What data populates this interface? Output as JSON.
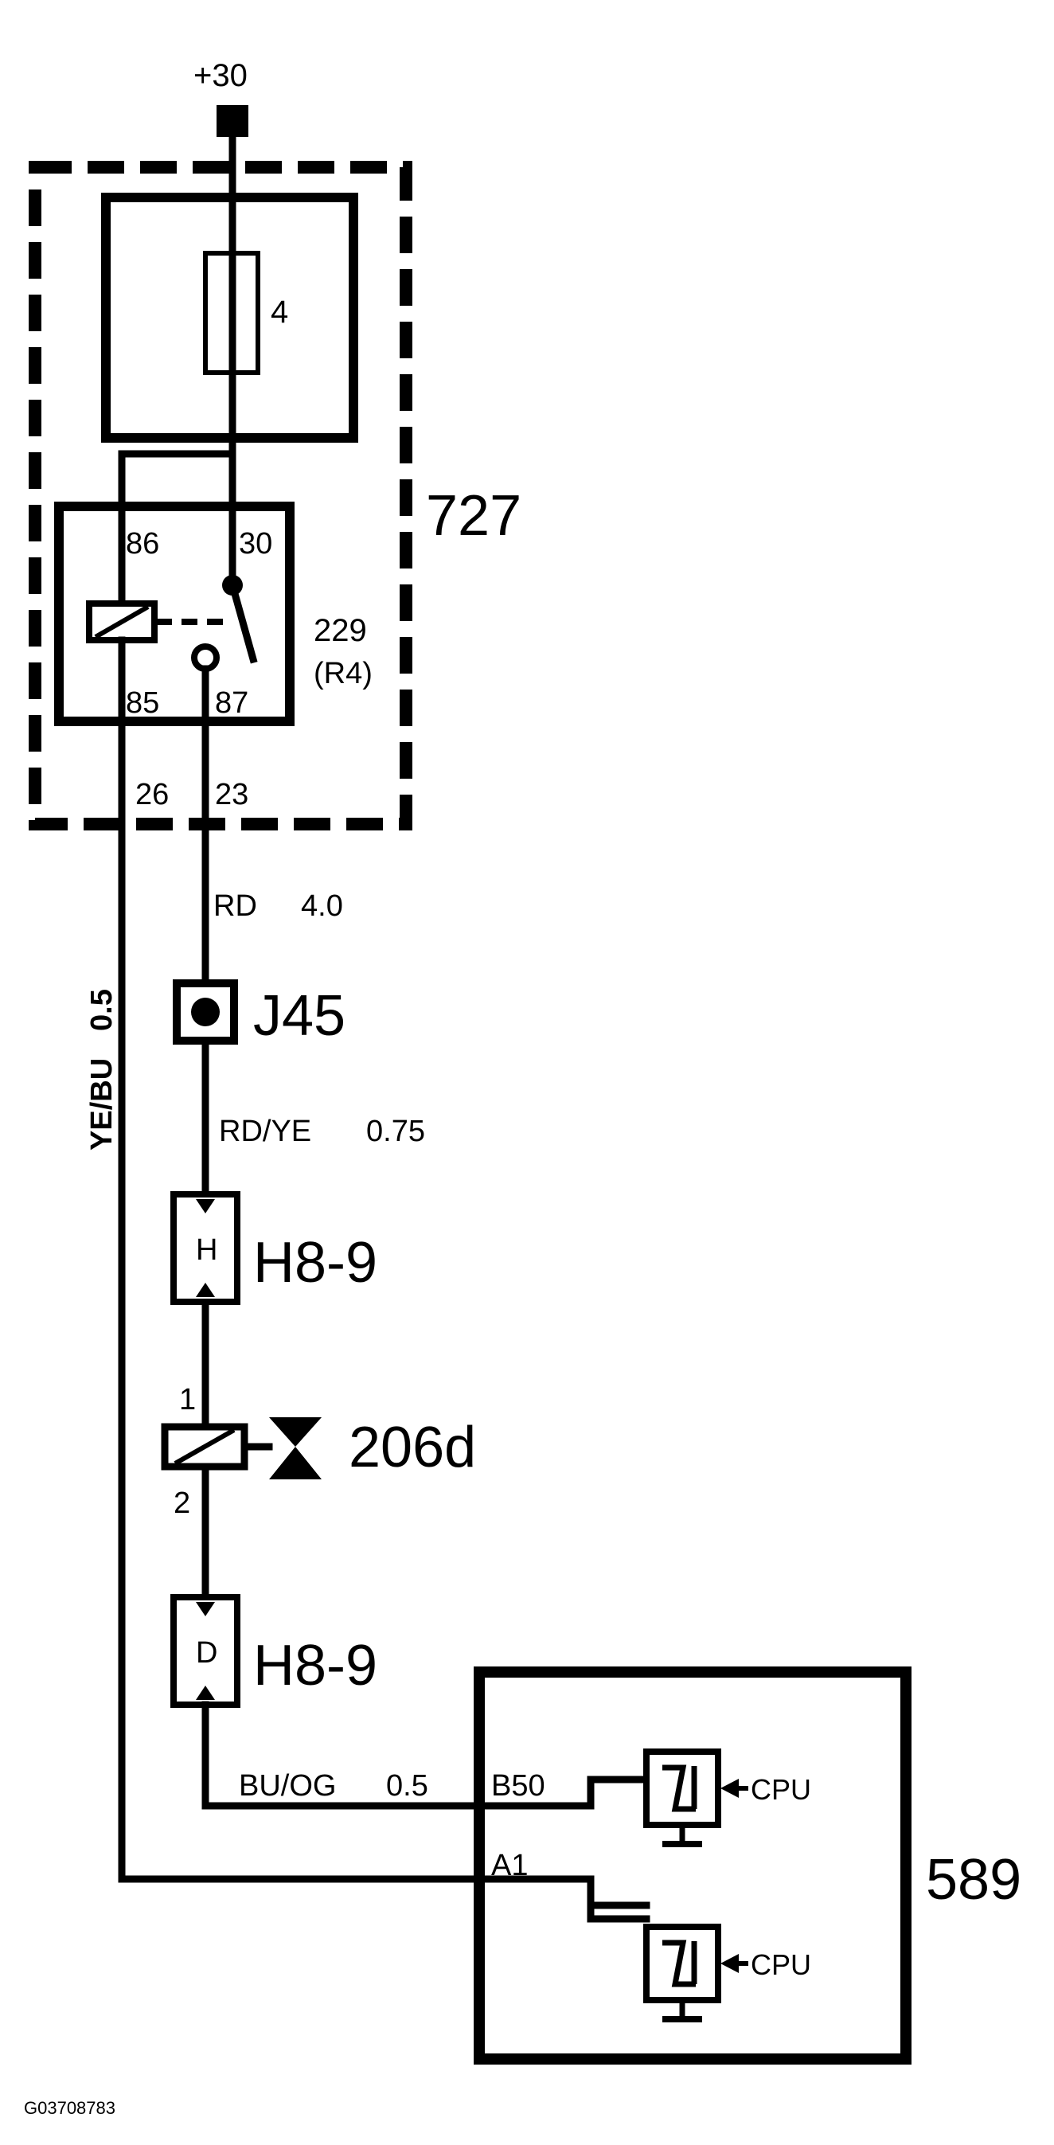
{
  "power": {
    "label": "+30"
  },
  "module_727": {
    "label": "727",
    "fuse": {
      "label": "4"
    },
    "relay": {
      "label": "229",
      "sub_label": "(R4)",
      "pins": {
        "p86": "86",
        "p30": "30",
        "p85": "85",
        "p87": "87"
      }
    },
    "pins": {
      "p26": "26",
      "p23": "23"
    }
  },
  "wires": {
    "red": {
      "color": "RD",
      "size": "4.0"
    },
    "red_yellow": {
      "color": "RD/YE",
      "size": "0.75"
    },
    "yellow_blue": {
      "color": "YE/BU",
      "size": "0.5"
    },
    "blue_orange": {
      "color": "BU/OG",
      "size": "0.5"
    }
  },
  "splice": {
    "label": "J45"
  },
  "connector_top": {
    "label": "H8-9",
    "pin": "H"
  },
  "valve": {
    "label": "206d",
    "pin1": "1",
    "pin2": "2"
  },
  "connector_bottom": {
    "label": "H8-9",
    "pin": "D"
  },
  "ecu_589": {
    "label": "589",
    "pins": {
      "b50": "B50",
      "a1": "A1"
    },
    "driver1": {
      "label": "CPU"
    },
    "driver2": {
      "label": "CPU"
    }
  },
  "figure_id": "G03708783"
}
